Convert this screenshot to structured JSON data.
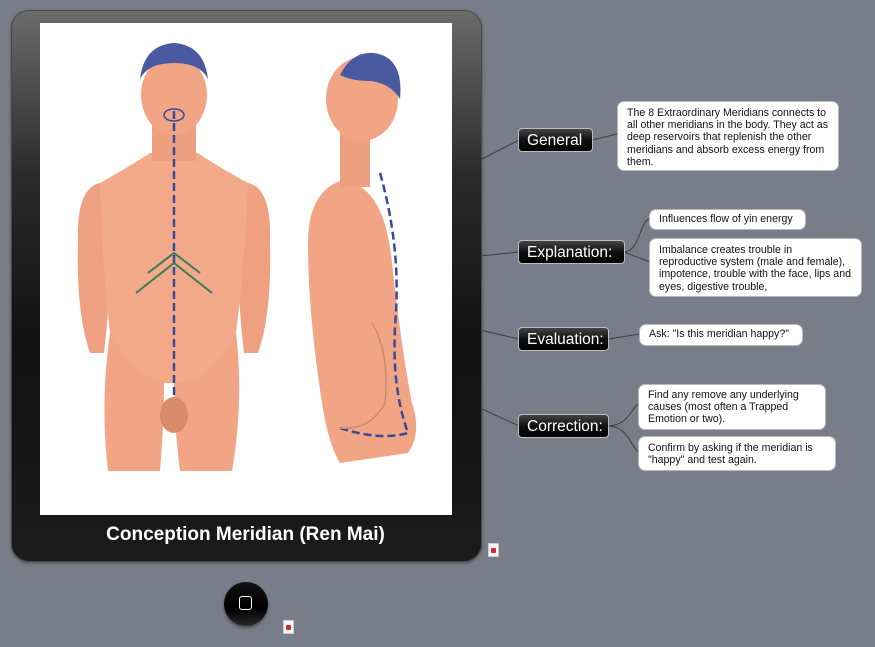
{
  "caption": "Conception Meridian (Ren Mai)",
  "topics": {
    "general": {
      "label": "General",
      "note": "The 8 Extraordinary Meridians connects to all other meridians in the body. They act as deep reservoirs that replenish the other meridians and absorb excess energy from them."
    },
    "explanation": {
      "label": "Explanation:",
      "notes": [
        "Influences flow of yin energy",
        "Imbalance creates trouble in reproductive system (male and female), impotence, trouble with the face, lips and eyes, digestive trouble,"
      ]
    },
    "evaluation": {
      "label": "Evaluation:",
      "note": "Ask: \"Is this meridian happy?\""
    },
    "correction": {
      "label": "Correction:",
      "notes": [
        "Find any remove any underlying causes (most often a Trapped Emotion or two).",
        "Confirm by asking if the meridian is \"happy\" and test again."
      ]
    }
  },
  "colors": {
    "background": "#797d89",
    "skin": "#f1a585",
    "hair": "#4a5aa0",
    "meridian_line": "#3a4a9a"
  },
  "icons": [
    "attachment-icon",
    "home-icon"
  ]
}
